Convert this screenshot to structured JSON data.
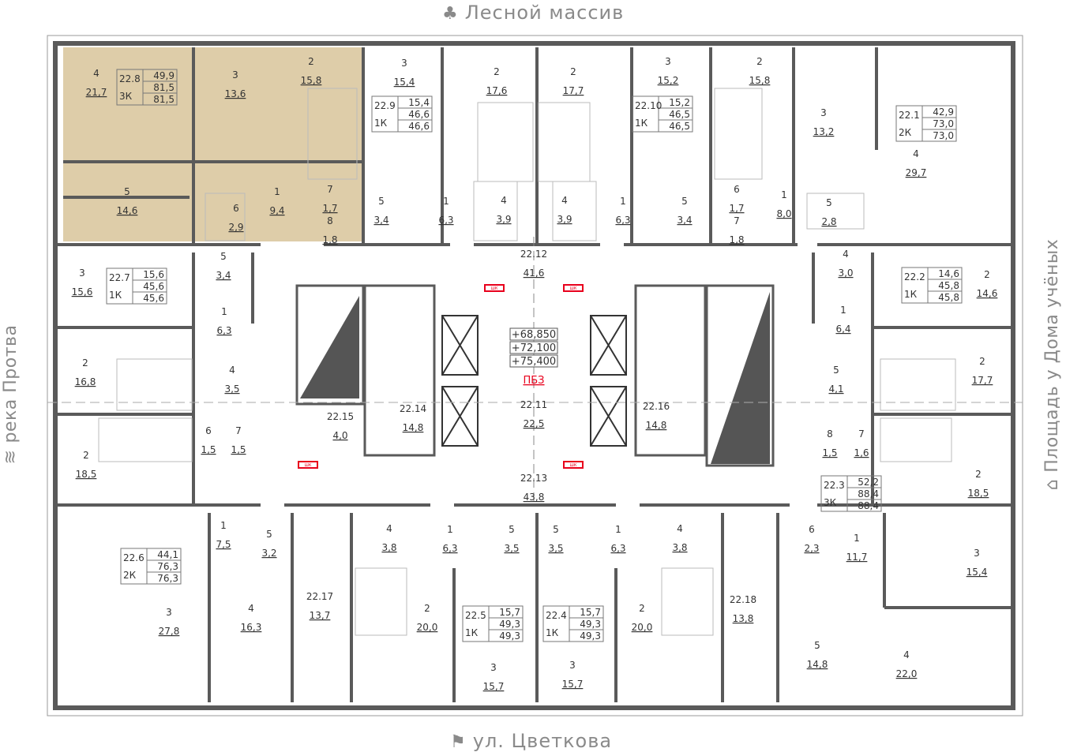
{
  "orientation": {
    "top": "Лесной массив",
    "bottom": "ул. Цветкова",
    "left": "река Протва",
    "right": "Площадь у Дома учёных"
  },
  "colors": {
    "highlight": "#d8c49a",
    "wall": "#5a5a5a",
    "text": "#333333",
    "red": "#e8001c"
  },
  "core": {
    "elevations": [
      "+68,850",
      "+72,100",
      "+75,400"
    ],
    "fire_zone": "ПБЗ",
    "shk": "ШК"
  },
  "apartments": [
    {
      "id": "22.8",
      "type": "3К",
      "areas": [
        "49,9",
        "81,5",
        "81,5"
      ],
      "highlighted": true
    },
    {
      "id": "22.9",
      "type": "1К",
      "areas": [
        "15,4",
        "46,6",
        "46,6"
      ]
    },
    {
      "id": "22.10",
      "type": "1К",
      "areas": [
        "15,2",
        "46,5",
        "46,5"
      ]
    },
    {
      "id": "22.1",
      "type": "2К",
      "areas": [
        "42,9",
        "73,0",
        "73,0"
      ]
    },
    {
      "id": "22.7",
      "type": "1К",
      "areas": [
        "15,6",
        "45,6",
        "45,6"
      ]
    },
    {
      "id": "22.2",
      "type": "1К",
      "areas": [
        "14,6",
        "45,8",
        "45,8"
      ]
    },
    {
      "id": "22.3",
      "type": "3К",
      "areas": [
        "52,2",
        "88,4",
        "88,4"
      ]
    },
    {
      "id": "22.6",
      "type": "2К",
      "areas": [
        "44,1",
        "76,3",
        "76,3"
      ]
    },
    {
      "id": "22.5",
      "type": "1К",
      "areas": [
        "15,7",
        "49,3",
        "49,3"
      ]
    },
    {
      "id": "22.4",
      "type": "1К",
      "areas": [
        "15,7",
        "49,3",
        "49,3"
      ]
    }
  ],
  "common": [
    {
      "id": "22.12",
      "area": "41,6"
    },
    {
      "id": "22.11",
      "area": "22,5"
    },
    {
      "id": "22.13",
      "area": "43,8"
    },
    {
      "id": "22.14",
      "area": "14,8"
    },
    {
      "id": "22.15",
      "area": "4,0"
    },
    {
      "id": "22.16",
      "area": "14,8"
    },
    {
      "id": "22.17",
      "area": "13,7"
    },
    {
      "id": "22.18",
      "area": "13,8"
    }
  ],
  "rooms": [
    [
      "4",
      "21,7"
    ],
    [
      "3",
      "13,6"
    ],
    [
      "2",
      "15,8"
    ],
    [
      "5",
      "14,6"
    ],
    [
      "1",
      "9,4"
    ],
    [
      "6",
      "2,9"
    ],
    [
      "7",
      "1,7"
    ],
    [
      "8",
      "1,8"
    ],
    [
      "3",
      "15,4"
    ],
    [
      "5",
      "3,4"
    ],
    [
      "1",
      "6,3"
    ],
    [
      "4",
      "3,9"
    ],
    [
      "2",
      "17,6"
    ],
    [
      "2",
      "17,7"
    ],
    [
      "4",
      "3,9"
    ],
    [
      "1",
      "6,3"
    ],
    [
      "5",
      "3,4"
    ],
    [
      "3",
      "15,2"
    ],
    [
      "2",
      "15,8"
    ],
    [
      "6",
      "1,7"
    ],
    [
      "7",
      "1,8"
    ],
    [
      "3",
      "13,2"
    ],
    [
      "1",
      "8,0"
    ],
    [
      "5",
      "2,8"
    ],
    [
      "4",
      "29,7"
    ],
    [
      "5",
      "3,4"
    ],
    [
      "3",
      "15,6"
    ],
    [
      "1",
      "6,3"
    ],
    [
      "2",
      "16,8"
    ],
    [
      "4",
      "3,5"
    ],
    [
      "6",
      "1,5"
    ],
    [
      "7",
      "1,5"
    ],
    [
      "2",
      "18,5"
    ],
    [
      "4",
      "3,0"
    ],
    [
      "2",
      "14,6"
    ],
    [
      "1",
      "6,4"
    ],
    [
      "5",
      "4,1"
    ],
    [
      "2",
      "17,7"
    ],
    [
      "8",
      "1,5"
    ],
    [
      "7",
      "1,6"
    ],
    [
      "2",
      "18,5"
    ],
    [
      "1",
      "7,5"
    ],
    [
      "5",
      "3,2"
    ],
    [
      "3",
      "27,8"
    ],
    [
      "4",
      "16,3"
    ],
    [
      "4",
      "3,8"
    ],
    [
      "1",
      "6,3"
    ],
    [
      "5",
      "3,5"
    ],
    [
      "2",
      "20,0"
    ],
    [
      "3",
      "15,7"
    ],
    [
      "5",
      "3,5"
    ],
    [
      "1",
      "6,3"
    ],
    [
      "4",
      "3,8"
    ],
    [
      "2",
      "20,0"
    ],
    [
      "3",
      "15,7"
    ],
    [
      "6",
      "2,3"
    ],
    [
      "1",
      "11,7"
    ],
    [
      "3",
      "15,4"
    ],
    [
      "5",
      "14,8"
    ],
    [
      "4",
      "22,0"
    ]
  ]
}
